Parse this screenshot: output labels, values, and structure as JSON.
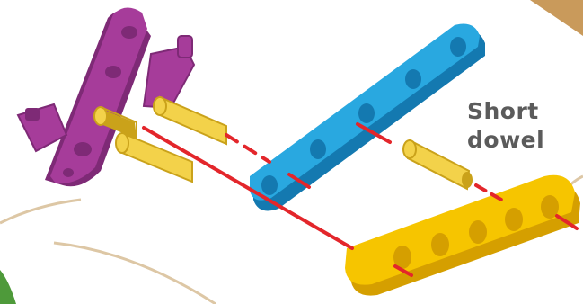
{
  "diagram": {
    "label_lines": [
      "Short",
      "dowel"
    ],
    "parts": {
      "purple_bracket": {
        "color": "#a63c9a",
        "shade": "#7e2a76"
      },
      "blue_bar": {
        "color": "#29a8e0",
        "shade": "#1479b0",
        "holes": 5
      },
      "yellow_bar": {
        "color": "#f6c500",
        "shade": "#d59f00",
        "holes": 5
      },
      "dowels": {
        "color": "#f3d24a",
        "shade": "#caa21a",
        "count": 4
      }
    },
    "guide_line_color": "#e3262b",
    "background": {
      "paper": "#ffffff",
      "wood": "#c99a5b",
      "curve": "#ddc7a5",
      "green": "#4e9a3a"
    }
  }
}
